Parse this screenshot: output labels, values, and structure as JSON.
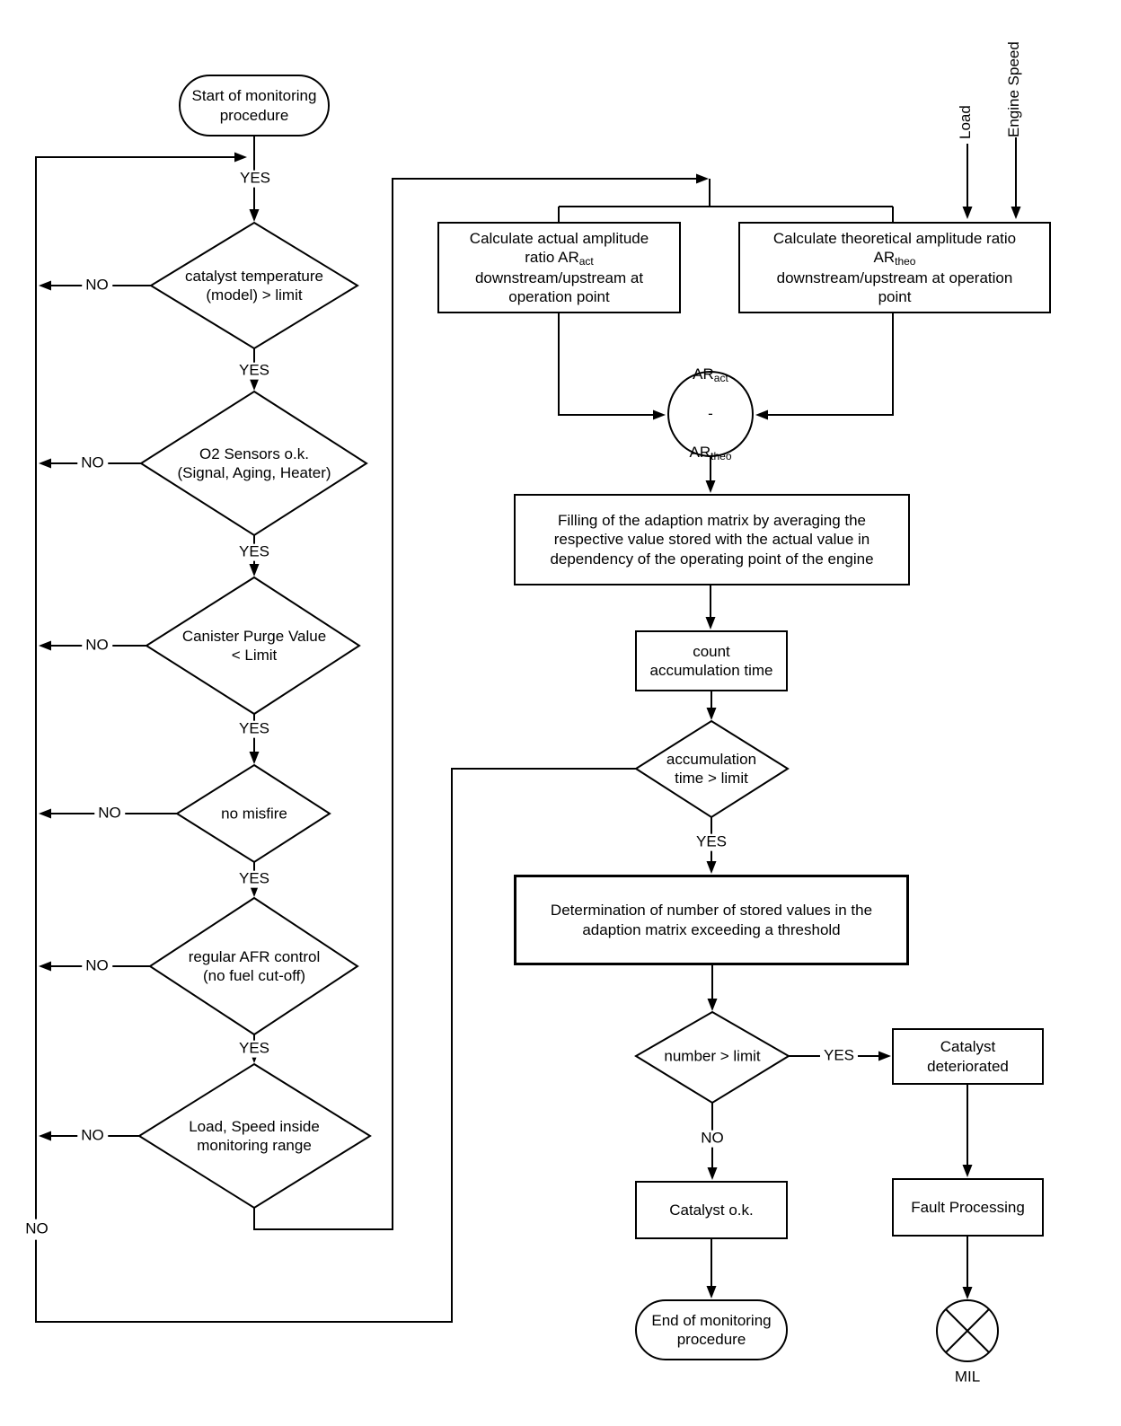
{
  "labels": {
    "yes": "YES",
    "no": "NO"
  },
  "terminators": {
    "start": "Start of monitoring\nprocedure",
    "end": "End of monitoring\nprocedure"
  },
  "inputs": {
    "load": "Load",
    "engine_speed": "Engine Speed"
  },
  "decisions": {
    "catalyst_temp": "catalyst temperature\n(model) > limit",
    "o2_sensors": "O2 Sensors o.k.\n(Signal, Aging, Heater)",
    "canister_purge": "Canister Purge Value\n< Limit",
    "misfire": "no misfire",
    "afr_control": "regular AFR control\n(no fuel cut-off)",
    "load_speed": "Load, Speed inside\nmonitoring range",
    "accumulation_time": "accumulation\ntime > limit",
    "number_limit": "number > limit"
  },
  "processes": {
    "calc_actual": {
      "l1": "Calculate actual amplitude",
      "l2a": "ratio AR",
      "l2sub": "act",
      "l3": "downstream/upstream at",
      "l4": "operation point"
    },
    "calc_theoretical": {
      "l1": "Calculate theoretical amplitude ratio",
      "l2a": "AR",
      "l2sub": "theo",
      "l3": "downstream/upstream at operation",
      "l4": "point"
    },
    "filling": "Filling of the adaption matrix by averaging the\nrespective value stored with the actual value in\ndependency of the operating point of the engine",
    "count": "count\naccumulation time",
    "determination": "Determination of number of stored values in the\nadaption matrix exceeding a threshold",
    "catalyst_ok": "Catalyst o.k.",
    "catalyst_deteriorated": "Catalyst\ndeteriorated",
    "fault_processing": "Fault Processing"
  },
  "ar_circle": {
    "a": "AR",
    "a_sub": "act",
    "minus": "-",
    "b": "AR",
    "b_sub": "theo"
  },
  "mil_label": "MIL",
  "colors": {
    "stroke": "#000000",
    "background": "#ffffff"
  }
}
